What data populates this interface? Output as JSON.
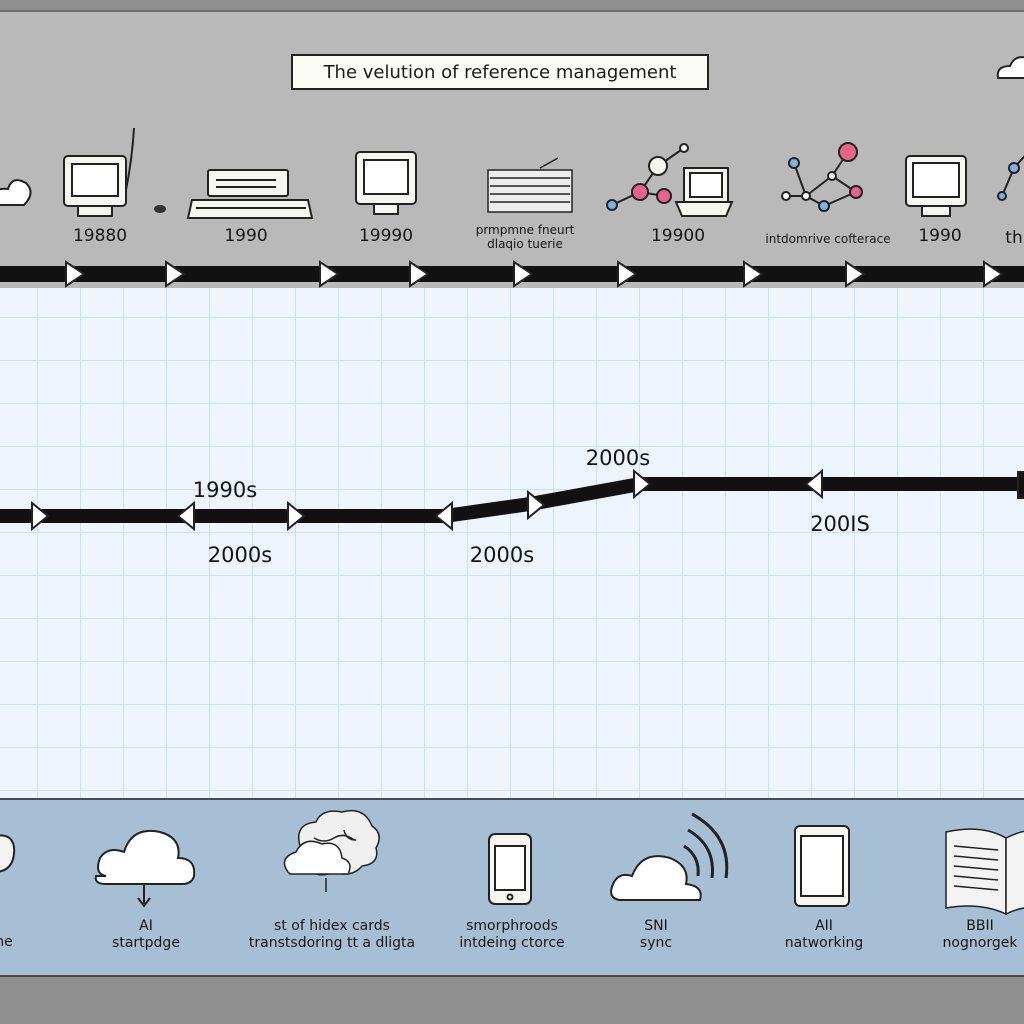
{
  "title": "The velution of reference management",
  "top_timeline": {
    "labels": [
      {
        "text": "19880",
        "icon": "crt-computer-icon"
      },
      {
        "text": "1990",
        "icon": "desktop-keyboard-icon"
      },
      {
        "text": "19990",
        "icon": "monitor-icon"
      },
      {
        "text": "prmpmne fneurt\ndlaqio tuerie",
        "icon": "paper-stack-icon"
      },
      {
        "text": "19900",
        "icon": "laptop-network-icon"
      },
      {
        "text": "intdomrive cofterace",
        "icon": "network-graph-icon"
      },
      {
        "text": "1990",
        "icon": "monitor-icon"
      },
      {
        "text": "th",
        "icon": "network-graph-icon"
      }
    ]
  },
  "middle_timeline": {
    "labels": [
      {
        "text": "1990s"
      },
      {
        "text": "2000s"
      },
      {
        "text": "2000s"
      },
      {
        "text": "2000s"
      },
      {
        "text": "200IS"
      }
    ]
  },
  "bottom_items": [
    {
      "text": "ne",
      "icon": "brain-icon"
    },
    {
      "text": "AI\nstartpdge",
      "icon": "cloud-icon"
    },
    {
      "text": "st of hidex cards\ntranstsdoring tt a dligta",
      "icon": "brain-cloud-icon"
    },
    {
      "text": "smorphroods\nintdeing ctorce",
      "icon": "smartphone-icon"
    },
    {
      "text": "SNI\nsync",
      "icon": "cloud-sync-icon"
    },
    {
      "text": "AII\nnatworking",
      "icon": "tablet-icon"
    },
    {
      "text": "BBII\nnognorgek",
      "icon": "open-book-icon"
    }
  ],
  "colors": {
    "top_band": "#b9b9b9",
    "grid_background": "#eef4fb",
    "bottom_band": "#a7bfd5",
    "timeline": "#111111",
    "node_pink": "#e7638e",
    "node_blue": "#7fb3e0"
  }
}
